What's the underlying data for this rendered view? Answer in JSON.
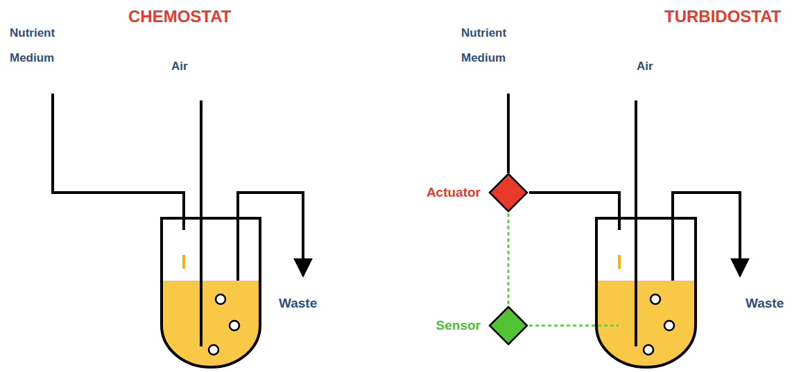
{
  "diagram": {
    "nodes": [
      {
        "text": [
          "Actuator"
        ]
      },
      {
        "text": [
          "Sensor"
        ]
      }
    ],
    "edges": [
      {
        "from": 0,
        "to": 1,
        "arrow": "none"
      }
    ],
    "labels": [
      "CHEMOSTAT",
      "Nutrient Medium",
      "Air",
      "Waste",
      "TURBIDOSTAT",
      "Nutrient Medium",
      "Air",
      "Waste"
    ]
  }
}
